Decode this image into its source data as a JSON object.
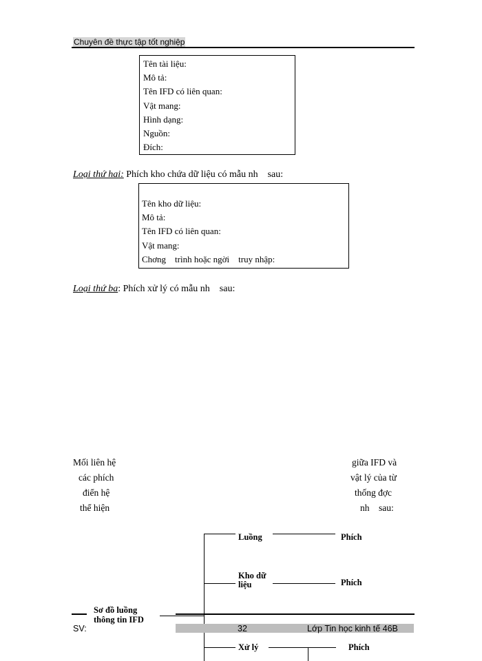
{
  "header": {
    "title": "Chuyên đề thực tập tốt nghiệp"
  },
  "card1": {
    "lines": [
      "Tên tài liệu:",
      "Mô tả:",
      "Tên IFD có liên quan:",
      "Vật mang:",
      "Hình dạng:",
      "Nguồn:",
      "Đích:"
    ]
  },
  "section2": {
    "lead": "Loại thứ hai:",
    "rest": " Phích kho chứa dữ liệu có mẫu nh    sau:"
  },
  "card2": {
    "lines": [
      "Tên kho dữ liệu:",
      "Mô tả:",
      "Tên IFD có liên quan:",
      "Vật mang:",
      "Chơng    trình hoặc ngời    truy nhập:"
    ]
  },
  "section3": {
    "lead": "Loại thứ ba",
    "rest": ": Phích xử lý có mẫu nh    sau:"
  },
  "paragraph": {
    "left": [
      "Mối liên hệ",
      "các phích",
      "điển hệ",
      "thể hiện"
    ],
    "right": [
      "giữa IFD và",
      "vật lý của từ",
      "thống đợc",
      "nh    sau:"
    ]
  },
  "diagram": {
    "root": [
      "Sơ đồ luồng",
      "thông tin IFD"
    ],
    "branch1": {
      "label": "Luồng",
      "target": "Phích"
    },
    "branch2": {
      "label": [
        "Kho dữ",
        "liệu"
      ],
      "target": "Phích"
    },
    "branch3": {
      "label": "Xử lý",
      "target": "Phích"
    }
  },
  "footer": {
    "left": "SV:",
    "page": "32",
    "class": "Lớp Tin học kinh tế 46B"
  }
}
